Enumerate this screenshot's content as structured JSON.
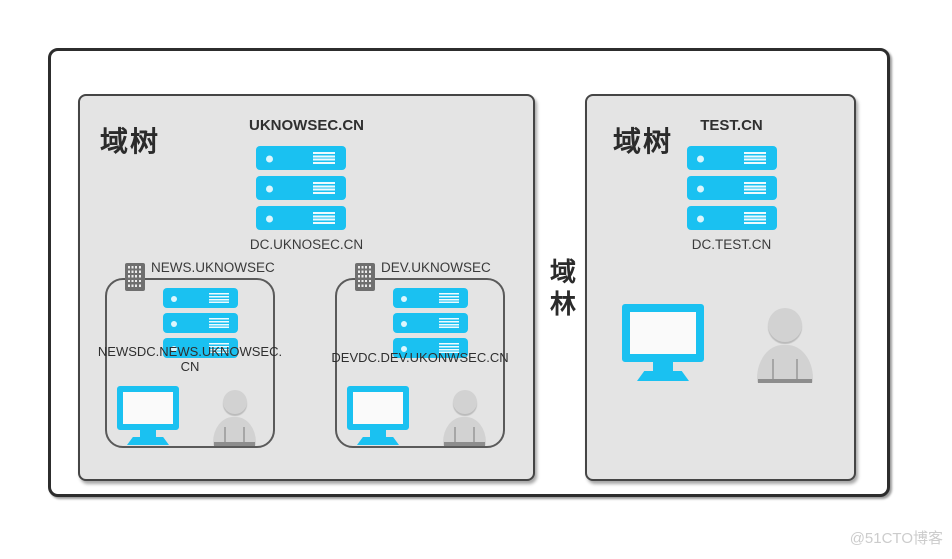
{
  "page": {
    "forest_label": "域林",
    "watermark": "@51CTO博客"
  },
  "trees": [
    {
      "type_label": "域树",
      "domain": "UKNOWSEC.CN",
      "dc": "DC.UKNOSEC.CN",
      "subdomains": [
        {
          "name": "NEWS.UKNOWSEC",
          "dc_line1": "NEWSDC.NEWS.UKNOWSEC.",
          "dc_line2": "CN"
        },
        {
          "name": "DEV.UKNOWSEC",
          "dc_line1": "DEVDC.DEV.UKONWSEC.CN",
          "dc_line2": ""
        }
      ]
    },
    {
      "type_label": "域树",
      "domain": "TEST.CN",
      "dc": "DC.TEST.CN",
      "subdomains": []
    }
  ],
  "icons": {
    "server": "server-icon",
    "monitor": "monitor-icon",
    "person": "user-icon",
    "building": "office-building-icon"
  },
  "colors": {
    "accent_cyan": "#1ac1f1",
    "panel_fill": "#e4e4e4",
    "outer_border": "#2d2d2d",
    "panel_border": "#454545",
    "subbox_border": "#5a5a5a",
    "person_gray": "#d2d2d2",
    "text": "#333333",
    "watermark": "#cccccc"
  }
}
